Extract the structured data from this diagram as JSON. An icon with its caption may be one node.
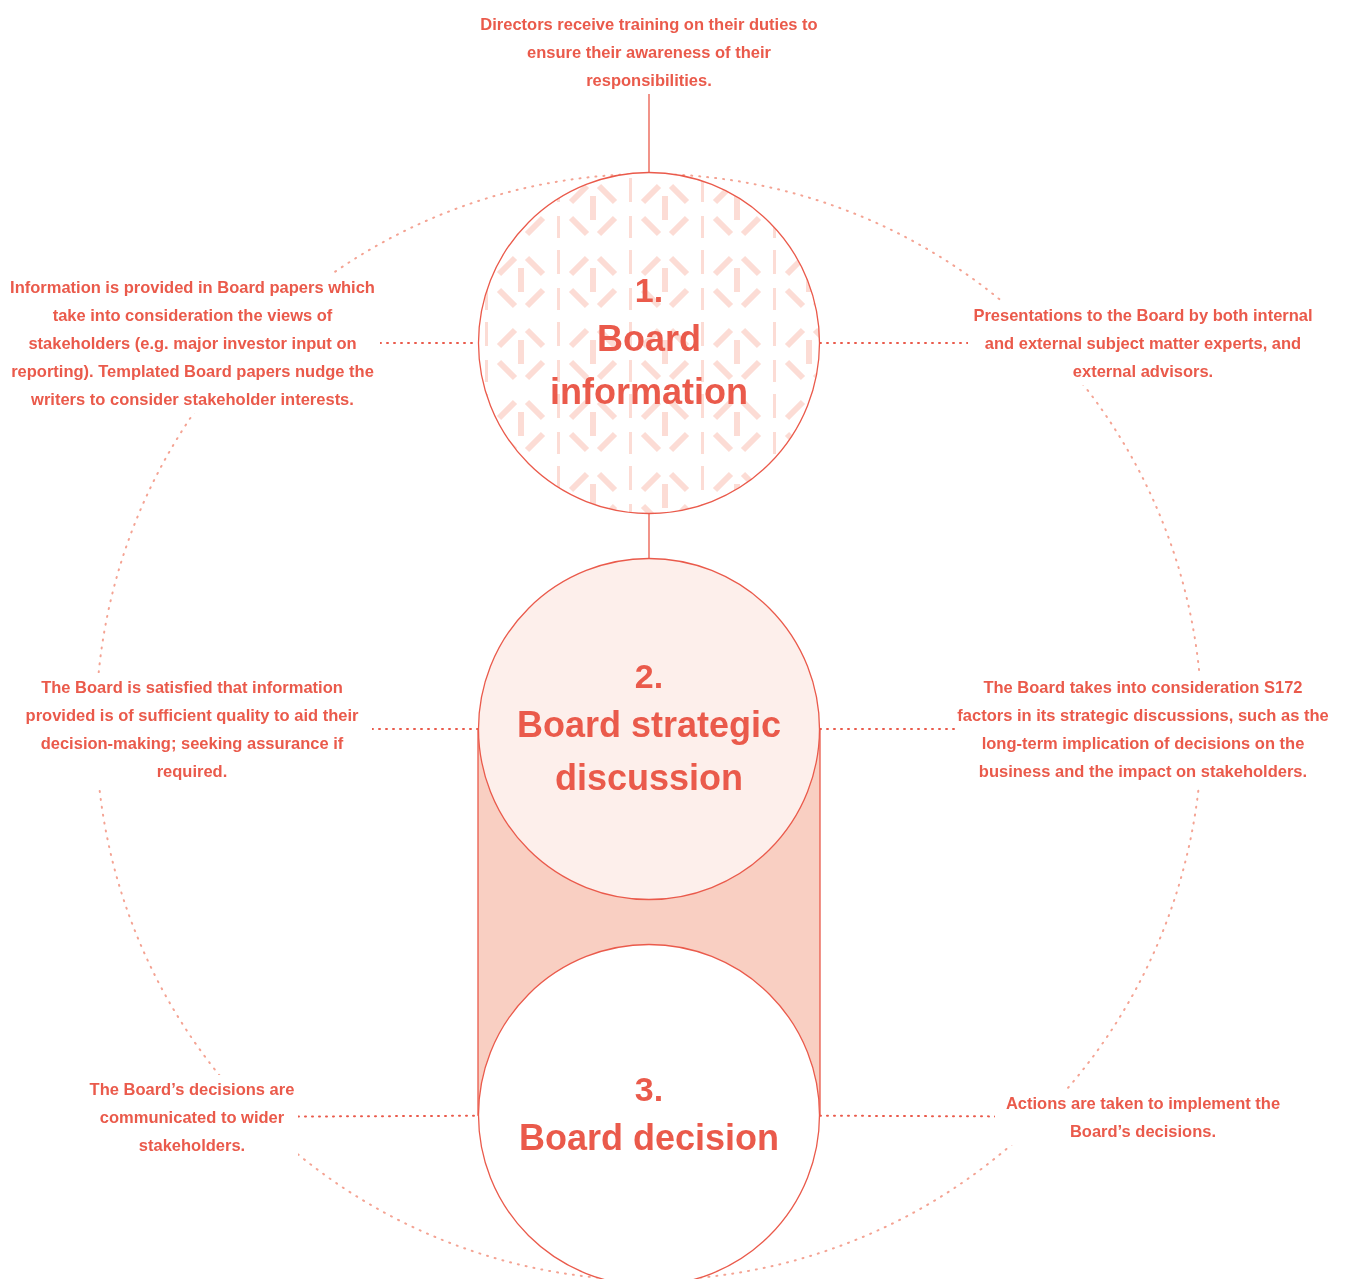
{
  "diagram": {
    "nodes": [
      {
        "text": [
          "Directors receive training on their duties to ensure their awareness of their responsibilities."
        ]
      },
      {
        "text": [
          "Information is provided in Board papers which take into consideration the views of stakeholders (e.g. major investor input on reporting). Templated Board papers nudge the writers to consider stakeholder interests."
        ]
      },
      {
        "text": [
          "1.",
          "Board information"
        ]
      },
      {
        "text": [
          "Presentations to the Board by both internal and external subject matter experts, and external advisors."
        ]
      },
      {
        "text": [
          "The Board is satisfied that information provided is of sufficient quality to aid their decision-making; seeking assurance if required."
        ]
      },
      {
        "text": [
          "2.",
          "Board strategic discussion"
        ]
      },
      {
        "text": [
          "The Board takes into consideration S172 factors in its strategic discussions, such as the long-term implication of decisions on the business and the impact on stakeholders."
        ]
      },
      {
        "text": [
          "The Board’s decisions are communicated to wider stakeholders."
        ]
      },
      {
        "text": [
          "3.",
          "Board decision"
        ]
      },
      {
        "text": [
          "Actions are taken to implement the Board’s decisions."
        ]
      }
    ],
    "edges": [
      {
        "from": 0,
        "to": 2,
        "arrow": "none"
      },
      {
        "from": 1,
        "to": 2,
        "arrow": "none",
        "style": "dashed"
      },
      {
        "from": 2,
        "to": 3,
        "arrow": "none",
        "style": "dashed"
      },
      {
        "from": 2,
        "to": 5,
        "arrow": "none"
      },
      {
        "from": 4,
        "to": 5,
        "arrow": "none",
        "style": "dashed"
      },
      {
        "from": 5,
        "to": 6,
        "arrow": "none",
        "style": "dashed"
      },
      {
        "from": 5,
        "to": 8,
        "arrow": "none",
        "style": "thick",
        "color": "#f9cfc2"
      },
      {
        "from": 7,
        "to": 8,
        "arrow": "none",
        "style": "dashed"
      },
      {
        "from": 8,
        "to": 9,
        "arrow": "none",
        "style": "dashed"
      }
    ]
  }
}
